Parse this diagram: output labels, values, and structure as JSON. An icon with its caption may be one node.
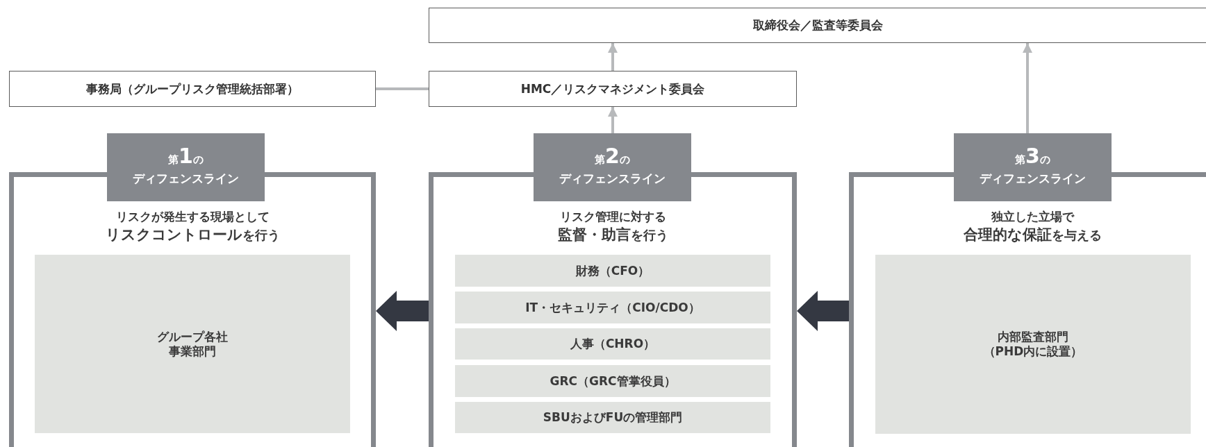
{
  "diagram": {
    "nodes": [
      {
        "text": [
          "取締役会／監査等委員会"
        ]
      },
      {
        "text": [
          "事務局（グループリスク管理統括部署）"
        ]
      },
      {
        "text": [
          "HMC／リスクマネジメント委員会"
        ]
      },
      {
        "text": [
          "第**1**の",
          "ディフェンスライン",
          "リスクが発生する現場として",
          "**リスクコントロール**を行う"
        ]
      },
      {
        "text": [
          "グループ各社",
          "事業部門"
        ],
        "in": 3
      },
      {
        "text": [
          "第**2**の",
          "ディフェンスライン",
          "リスク管理に対する",
          "**監督・助言**を行う"
        ]
      },
      {
        "text": [
          "財務（CFO）"
        ],
        "in": 5
      },
      {
        "text": [
          "IT・セキュリティ（CIO/CDO）"
        ],
        "in": 5
      },
      {
        "text": [
          "人事（CHRO）"
        ],
        "in": 5
      },
      {
        "text": [
          "GRC（GRC管掌役員）"
        ],
        "in": 5
      },
      {
        "text": [
          "SBUおよびFUの管理部門"
        ],
        "in": 5
      },
      {
        "text": [
          "第**3**の",
          "ディフェンスライン",
          "独立した立場で",
          "**合理的な保証**を与える"
        ]
      },
      {
        "text": [
          "内部監査部門",
          "（PHD内に設置）"
        ],
        "in": 11
      }
    ],
    "edges": [
      {
        "from": 1,
        "to": 2,
        "arrow": "none"
      },
      {
        "from": 2,
        "to": 0,
        "arrow": "to"
      },
      {
        "from": 5,
        "to": 2,
        "arrow": "to"
      },
      {
        "from": 11,
        "to": 0,
        "arrow": "to"
      },
      {
        "from": 11,
        "to": 5,
        "arrow": "to",
        "style": "thick",
        "color": "#343842"
      },
      {
        "from": 5,
        "to": 3,
        "arrow": "to",
        "style": "thick",
        "color": "#343842"
      }
    ]
  }
}
